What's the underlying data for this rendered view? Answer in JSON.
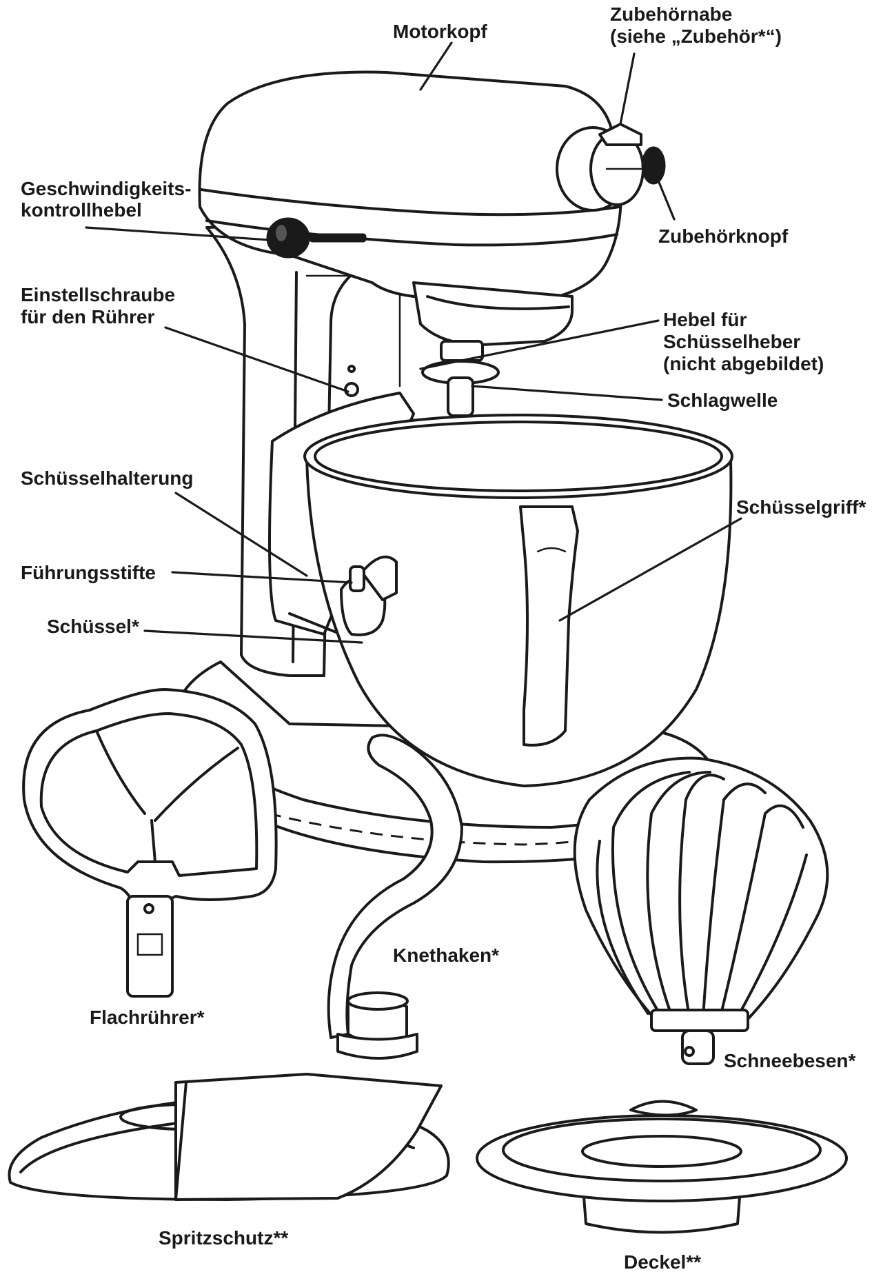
{
  "labels": {
    "motorkopf": "Motorkopf",
    "zubehoernabe_1": "Zubehörnabe",
    "zubehoernabe_2": "(siehe „Zubehör*“)",
    "geschwindigkeit_1": "Geschwindigkeits-",
    "geschwindigkeit_2": "kontrollhebel",
    "zubehoerknopf": "Zubehörknopf",
    "einstellschraube_1": "Einstellschraube",
    "einstellschraube_2": "für den Rührer",
    "hebel_1": "Hebel für",
    "hebel_2": "Schüsselheber",
    "hebel_3": "(nicht abgebildet)",
    "schlagwelle": "Schlagwelle",
    "schuesselhalterung": "Schüsselhalterung",
    "schuesselgriff": "Schüsselgriff*",
    "fuehrungsstifte": "Führungsstifte",
    "schuessel": "Schüssel*",
    "knethaken": "Knethaken*",
    "flachruehrer": "Flachrührer*",
    "schneebesen": "Schneebesen*",
    "spritzschutz": "Spritzschutz**",
    "deckel": "Deckel**"
  },
  "colors": {
    "line": "#1a1a1a",
    "background": "#ffffff"
  }
}
